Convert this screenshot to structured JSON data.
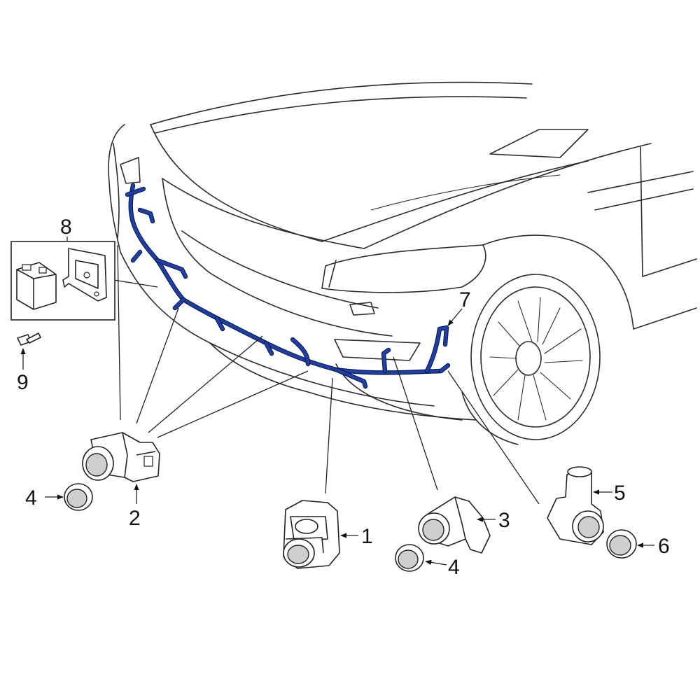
{
  "colors": {
    "harness": "#1e3ea8",
    "lines": "#2b2b2b",
    "background": "#ffffff"
  },
  "callouts": [
    {
      "id": "1",
      "label": "1"
    },
    {
      "id": "2",
      "label": "2"
    },
    {
      "id": "3",
      "label": "3"
    },
    {
      "id": "4a",
      "label": "4"
    },
    {
      "id": "4b",
      "label": "4"
    },
    {
      "id": "5",
      "label": "5"
    },
    {
      "id": "6",
      "label": "6"
    },
    {
      "id": "7",
      "label": "7"
    },
    {
      "id": "8",
      "label": "8"
    },
    {
      "id": "9",
      "label": "9"
    }
  ]
}
